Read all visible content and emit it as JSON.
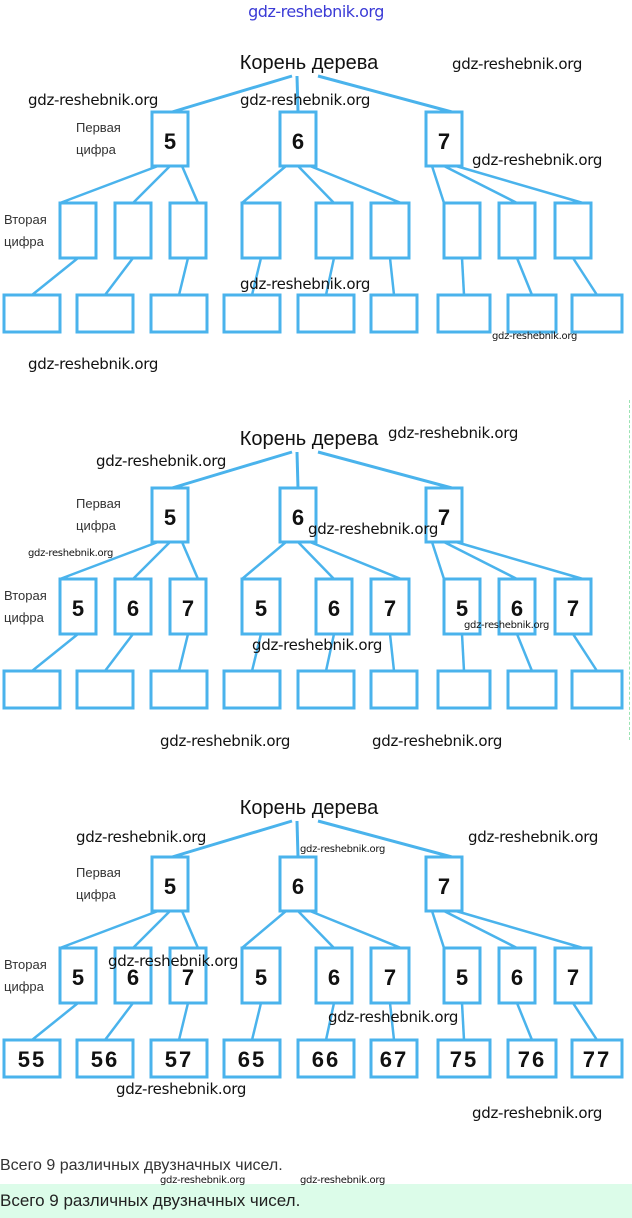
{
  "watermark_top": "gdz-reshebnik.org",
  "watermark": "gdz-reshebnik.org",
  "trees": [
    {
      "root_label": "Корень дерева",
      "first_digit_label": [
        "Первая",
        "цифра"
      ],
      "second_digit_label": [
        "Вторая",
        "цифра"
      ],
      "first_level": [
        "5",
        "6",
        "7"
      ],
      "second_level": [
        "",
        "",
        "",
        "",
        "",
        "",
        "",
        "",
        ""
      ],
      "leaves": [
        "",
        "",
        "",
        "",
        "",
        "",
        "",
        "",
        ""
      ]
    },
    {
      "root_label": "Корень дерева",
      "first_digit_label": [
        "Первая",
        "цифра"
      ],
      "second_digit_label": [
        "Вторая",
        "цифра"
      ],
      "first_level": [
        "5",
        "6",
        "7"
      ],
      "second_level": [
        "5",
        "6",
        "7",
        "5",
        "6",
        "7",
        "5",
        "6",
        "7"
      ],
      "leaves": [
        "",
        "",
        "",
        "",
        "",
        "",
        "",
        "",
        ""
      ]
    },
    {
      "root_label": "Корень дерева",
      "first_digit_label": [
        "Первая",
        "цифра"
      ],
      "second_digit_label": [
        "Вторая",
        "цифра"
      ],
      "first_level": [
        "5",
        "6",
        "7"
      ],
      "second_level": [
        "5",
        "6",
        "7",
        "5",
        "6",
        "7",
        "5",
        "6",
        "7"
      ],
      "leaves": [
        "55",
        "56",
        "57",
        "65",
        "66",
        "67",
        "75",
        "76",
        "77"
      ]
    }
  ],
  "summary": "Всего 9 различных двузначных чисел.",
  "summary_highlighted": "Всего 9 различных двузначных чисел.",
  "colors": {
    "line": "#4ab3ec",
    "highlight": "#dcfce9",
    "watermark_top": "#3b3bd6"
  }
}
